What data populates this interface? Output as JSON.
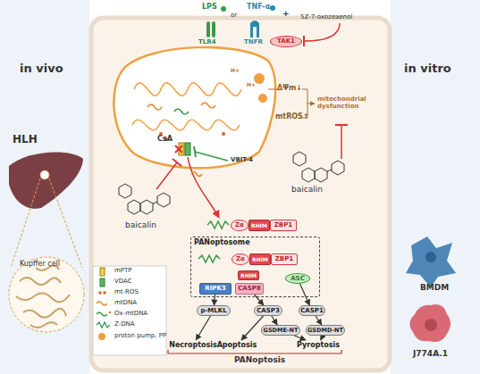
{
  "diagram": {
    "nodes": [
      {
        "text": [
          "TAK1"
        ]
      },
      {
        "text": [
          "Zα"
        ]
      },
      {
        "text": [
          "RHIM"
        ]
      },
      {
        "text": [
          "ZBP1"
        ]
      },
      {
        "text": [
          "PANoptosome"
        ]
      },
      {
        "text": [
          "Zα"
        ],
        "in": 4
      },
      {
        "text": [
          "RHIM"
        ],
        "in": 4
      },
      {
        "text": [
          "ZBP1"
        ],
        "in": 4
      },
      {
        "text": [
          "RIPK3"
        ],
        "in": 4
      },
      {
        "text": [
          "RHIM"
        ],
        "in": 4
      },
      {
        "text": [
          "CASP8"
        ],
        "in": 4
      },
      {
        "text": [
          "ASC"
        ],
        "in": 4
      },
      {
        "text": [
          "p-MLKL"
        ]
      },
      {
        "text": [
          "CASP3"
        ]
      },
      {
        "text": [
          "CASP1"
        ]
      },
      {
        "text": [
          "GSDME-NT"
        ]
      },
      {
        "text": [
          "GSDMD-NT"
        ]
      },
      {
        "text": [
          "Necroptosis"
        ]
      },
      {
        "text": [
          "Apoptosis"
        ]
      },
      {
        "text": [
          "Pyroptosis"
        ]
      }
    ],
    "edges": [
      {
        "from": 8,
        "to": 12,
        "arrow": "to"
      },
      {
        "from": 10,
        "to": 13,
        "arrow": "to"
      },
      {
        "from": 11,
        "to": 14,
        "arrow": "to"
      },
      {
        "from": 12,
        "to": 17,
        "arrow": "to"
      },
      {
        "from": 13,
        "to": 18,
        "arrow": "to"
      },
      {
        "from": 13,
        "to": 15,
        "arrow": "to"
      },
      {
        "from": 14,
        "to": 16,
        "arrow": "to"
      },
      {
        "from": 15,
        "to": 19,
        "arrow": "to"
      },
      {
        "from": 16,
        "to": 19,
        "arrow": "to"
      }
    ],
    "labels": [
      "in vivo",
      "HLH",
      "Kupffer cell",
      "in vitro",
      "BMDM",
      "J774A.1",
      "LPS",
      "TNF-α",
      "or",
      "+",
      "5Z-7-oxozeaenol",
      "TLR4",
      "TNFR",
      "ΔΨm↓",
      "mtROS↑",
      "mitochondrial dysfunction",
      "CsA",
      "VBIT-4",
      "baicalin",
      "baicalin",
      "PANoptosis",
      "H+",
      "H+"
    ],
    "legend": [
      {
        "text": "mPTP"
      },
      {
        "text": "VDAC"
      },
      {
        "text": "mt-ROS"
      },
      {
        "text": "mtDNA"
      },
      {
        "text": "Ox-mtDNA"
      },
      {
        "text": "Z-DNA"
      },
      {
        "text": "proton pump, PP"
      }
    ]
  }
}
